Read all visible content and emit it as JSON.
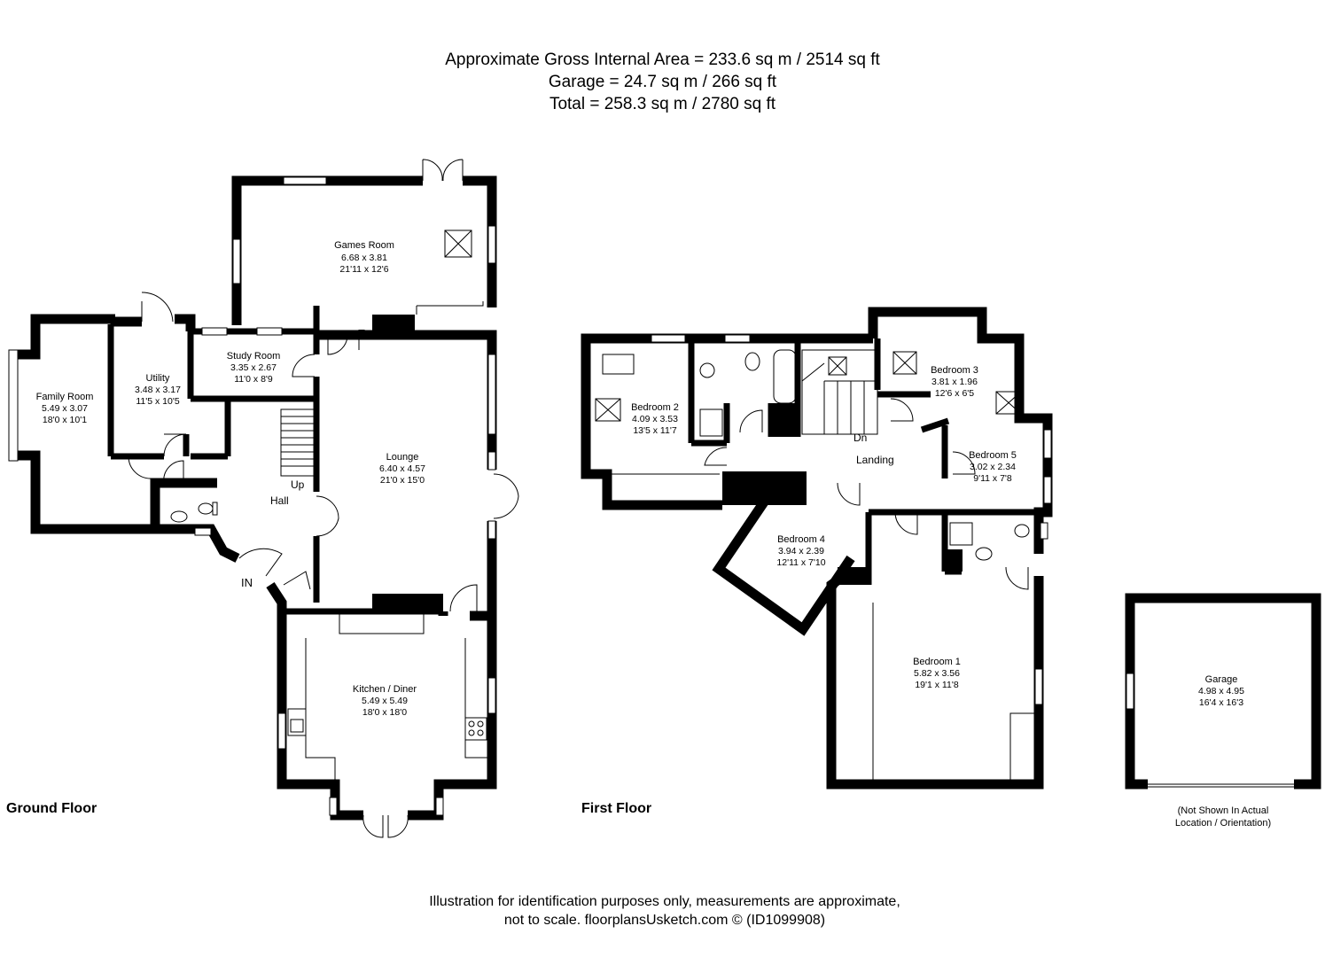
{
  "header": {
    "line1": "Approximate Gross Internal Area = 233.6 sq m / 2514 sq ft",
    "line2": "Garage = 24.7 sq m / 266 sq ft",
    "line3": "Total = 258.3 sq m / 2780 sq ft"
  },
  "floors": {
    "ground": "Ground Floor",
    "first": "First Floor"
  },
  "rooms": {
    "games": {
      "name": "Games Room",
      "metric": "6.68 x 3.81",
      "imperial": "21'11 x 12'6"
    },
    "family": {
      "name": "Family Room",
      "metric": "5.49 x 3.07",
      "imperial": "18'0 x 10'1"
    },
    "utility": {
      "name": "Utility",
      "metric": "3.48 x 3.17",
      "imperial": "11'5 x 10'5"
    },
    "study": {
      "name": "Study Room",
      "metric": "3.35 x 2.67",
      "imperial": "11'0 x 8'9"
    },
    "lounge": {
      "name": "Lounge",
      "metric": "6.40 x 4.57",
      "imperial": "21'0 x 15'0"
    },
    "kitchen": {
      "name": "Kitchen / Diner",
      "metric": "5.49 x 5.49",
      "imperial": "18'0 x 18'0"
    },
    "bed2": {
      "name": "Bedroom 2",
      "metric": "4.09 x 3.53",
      "imperial": "13'5 x 11'7"
    },
    "bed3": {
      "name": "Bedroom 3",
      "metric": "3.81 x 1.96",
      "imperial": "12'6 x 6'5"
    },
    "bed5": {
      "name": "Bedroom 5",
      "metric": "3.02 x 2.34",
      "imperial": "9'11 x 7'8"
    },
    "bed4": {
      "name": "Bedroom 4",
      "metric": "3.94 x 2.39",
      "imperial": "12'11 x 7'10"
    },
    "bed1": {
      "name": "Bedroom 1",
      "metric": "5.82 x 3.56",
      "imperial": "19'1 x 11'8"
    },
    "garage": {
      "name": "Garage",
      "metric": "4.98 x 4.95",
      "imperial": "16'4 x 16'3"
    }
  },
  "labels": {
    "hall": "Hall",
    "up": "Up",
    "in": "IN",
    "dn": "Dn",
    "landing": "Landing"
  },
  "garage_note": {
    "line1": "(Not Shown In Actual",
    "line2": "Location / Orientation)"
  },
  "footer": {
    "line1": "Illustration for identification purposes only, measurements are approximate,",
    "line2": "not to scale. floorplansUsketch.com © (ID1099908)"
  }
}
